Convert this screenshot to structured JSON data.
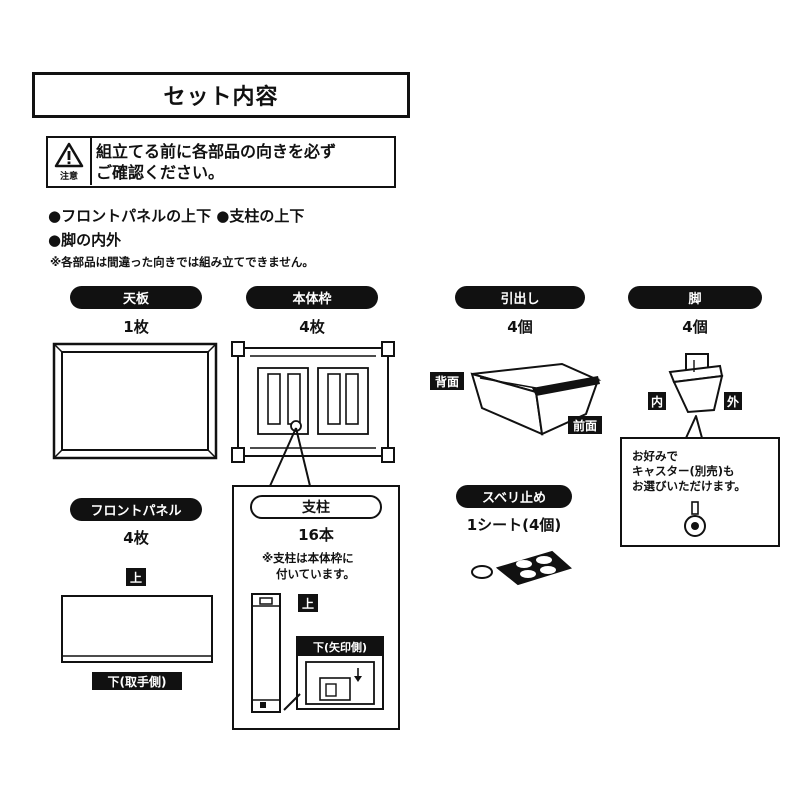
{
  "title": "セット内容",
  "notice": {
    "warning_label": "注意",
    "message_line1": "組立てる前に各部品の向きを必ず",
    "message_line2": "ご確認ください。"
  },
  "bullets": {
    "line1": "●フロントパネルの上下 ●支柱の上下",
    "line2": "●脚の内外",
    "note": "※各部品は間違った向きでは組み立てできません。"
  },
  "parts": {
    "top_board": {
      "name": "天板",
      "qty": "1枚"
    },
    "body_frame": {
      "name": "本体枠",
      "qty": "4枚"
    },
    "drawer": {
      "name": "引出し",
      "qty": "4個",
      "back_label": "背面",
      "front_label": "前面"
    },
    "leg": {
      "name": "脚",
      "qty": "4個",
      "inner_label": "内",
      "outer_label": "外"
    },
    "front_panel": {
      "name": "フロントパネル",
      "qty": "4枚",
      "top_label": "上",
      "bottom_label": "下(取手側)"
    },
    "pillar": {
      "name": "支柱",
      "qty": "16本",
      "note_line1": "※支柱は本体枠に",
      "note_line2": "付いています。",
      "top_label": "上",
      "bottom_label": "下(矢印側)"
    },
    "slip_stop": {
      "name": "スベリ止め",
      "qty": "1シート(4個)"
    }
  },
  "caster_note": {
    "line1": "お好みで",
    "line2": "キャスター(別売)も",
    "line3": "お選びいただけます。"
  }
}
